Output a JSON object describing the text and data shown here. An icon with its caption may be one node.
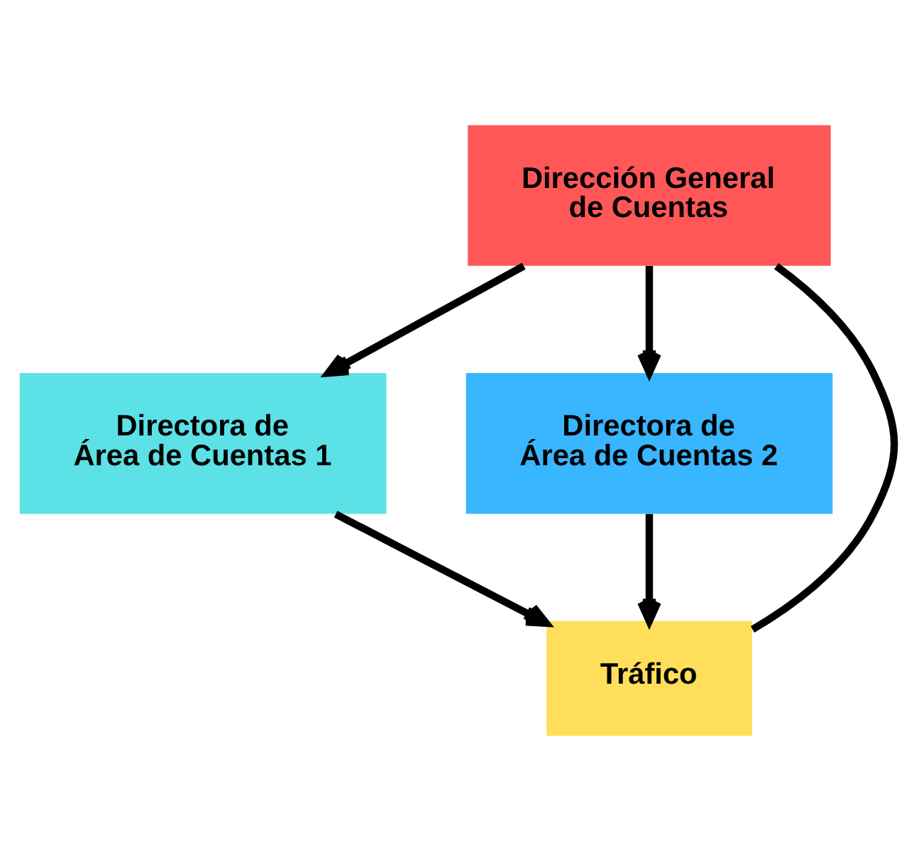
{
  "diagram": {
    "nodes": [
      {
        "text": [
          "Dirección General de Cuentas"
        ]
      },
      {
        "text": [
          "Directora de Área de Cuentas 1"
        ]
      },
      {
        "text": [
          "Directora de Área de Cuentas 2"
        ]
      },
      {
        "text": [
          "Tráfico"
        ]
      }
    ],
    "edges": [
      {
        "from": 0,
        "to": 1,
        "arrow": "to"
      },
      {
        "from": 0,
        "to": 2,
        "arrow": "to"
      },
      {
        "from": 0,
        "to": 3,
        "arrow": "none"
      },
      {
        "from": 1,
        "to": 3,
        "arrow": "to"
      },
      {
        "from": 2,
        "to": 3,
        "arrow": "to"
      }
    ]
  }
}
